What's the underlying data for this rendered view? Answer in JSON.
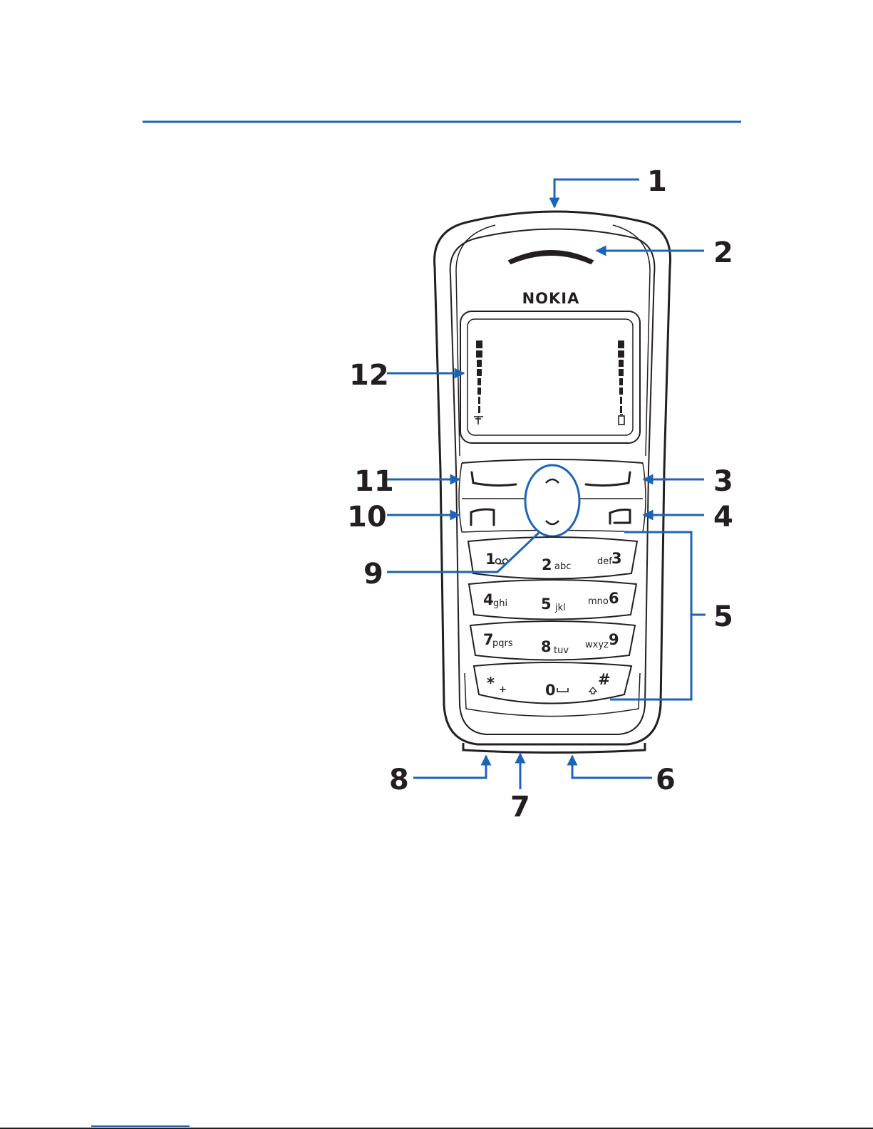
{
  "figure": {
    "brand_logo": "NOKIA",
    "callouts": [
      "1",
      "2",
      "3",
      "4",
      "5",
      "6",
      "7",
      "8",
      "9",
      "10",
      "11",
      "12"
    ],
    "keypad": {
      "row1": {
        "k1_digit": "1",
        "k2_digit": "2",
        "k2_letters": "abc",
        "k3_letters": "def",
        "k3_digit": "3"
      },
      "row2": {
        "k4_digit": "4",
        "k4_letters": "ghi",
        "k5_digit": "5",
        "k5_letters": "jkl",
        "k6_letters": "mno",
        "k6_digit": "6"
      },
      "row3": {
        "k7_digit": "7",
        "k7_letters": "pqrs",
        "k8_digit": "8",
        "k8_letters": "tuv",
        "k9_letters": "wxyz",
        "k9_digit": "9"
      },
      "row4": {
        "star": "*",
        "plus": "+",
        "k0_digit": "0",
        "hash": "#"
      }
    },
    "icons": [
      "signal-antenna-icon",
      "battery-icon",
      "voicemail-icon",
      "space-icon",
      "shift-icon"
    ],
    "colors": {
      "accent": "#1c64b8",
      "line": "#231f20",
      "background": "#ffffff"
    }
  }
}
